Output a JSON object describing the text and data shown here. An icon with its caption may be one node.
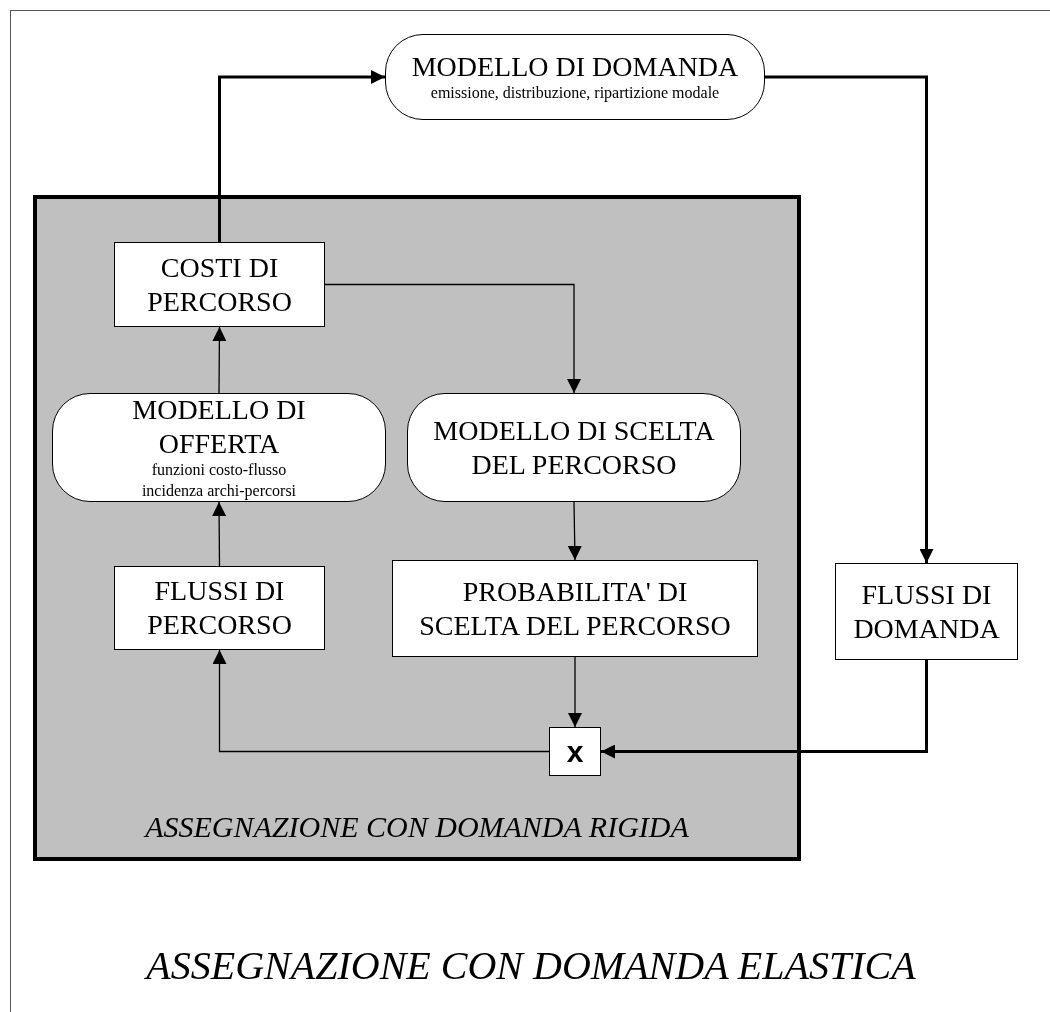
{
  "diagram": {
    "nodes": [
      {
        "text": [
          "ASSEGNAZIONE CON DOMANDA ELASTICA"
        ]
      },
      {
        "text": [
          "ASSEGNAZIONE CON DOMANDA RIGIDA"
        ],
        "in": 0
      },
      {
        "text": [
          "MODELLO DI DOMANDA",
          "emissione, distribuzione, ripartizione modale"
        ],
        "in": 0
      },
      {
        "text": [
          "COSTI DI PERCORSO"
        ],
        "in": 1
      },
      {
        "text": [
          "MODELLO DI OFFERTA",
          "funzioni costo-flusso",
          "incidenza archi-percorsi"
        ],
        "in": 1
      },
      {
        "text": [
          "MODELLO DI SCELTA DEL PERCORSO"
        ],
        "in": 1
      },
      {
        "text": [
          "FLUSSI DI PERCORSO"
        ],
        "in": 1
      },
      {
        "text": [
          "PROBABILITA' DI SCELTA DEL PERCORSO"
        ],
        "in": 1
      },
      {
        "text": [
          "x"
        ],
        "in": 1
      },
      {
        "text": [
          "FLUSSI DI DOMANDA"
        ],
        "in": 0
      }
    ],
    "edges": [
      {
        "from": 3,
        "to": 2,
        "arrow": "to",
        "style": "thick"
      },
      {
        "from": 2,
        "to": 9,
        "arrow": "to",
        "style": "thick"
      },
      {
        "from": 9,
        "to": 8,
        "arrow": "to",
        "style": "thick"
      },
      {
        "from": 3,
        "to": 5,
        "arrow": "to"
      },
      {
        "from": 5,
        "to": 7,
        "arrow": "to"
      },
      {
        "from": 7,
        "to": 8,
        "arrow": "to"
      },
      {
        "from": 8,
        "to": 6,
        "arrow": "to"
      },
      {
        "from": 6,
        "to": 4,
        "arrow": "to"
      },
      {
        "from": 4,
        "to": 3,
        "arrow": "to"
      }
    ]
  }
}
